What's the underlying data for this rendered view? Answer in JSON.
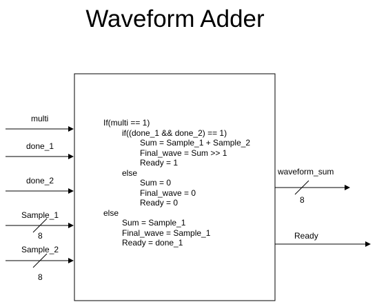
{
  "title": "Waveform Adder",
  "inputs": [
    {
      "name": "multi",
      "width": ""
    },
    {
      "name": "done_1",
      "width": ""
    },
    {
      "name": "done_2",
      "width": ""
    },
    {
      "name": "Sample_1",
      "width": "8"
    },
    {
      "name": "Sample_2",
      "width": "8"
    }
  ],
  "outputs": [
    {
      "name": "waveform_sum",
      "width": "8"
    },
    {
      "name": "Ready",
      "width": ""
    }
  ],
  "code_lines": [
    {
      "indent": 0,
      "text": "If(multi == 1)"
    },
    {
      "indent": 1,
      "text": "if((done_1 && done_2) == 1)"
    },
    {
      "indent": 2,
      "text": "Sum = Sample_1 + Sample_2"
    },
    {
      "indent": 2,
      "text": "Final_wave = Sum >> 1"
    },
    {
      "indent": 2,
      "text": "Ready = 1"
    },
    {
      "indent": 1,
      "text": "else"
    },
    {
      "indent": 2,
      "text": "Sum = 0"
    },
    {
      "indent": 2,
      "text": "Final_wave = 0"
    },
    {
      "indent": 2,
      "text": "Ready = 0"
    },
    {
      "indent": 0,
      "text": "else"
    },
    {
      "indent": 1,
      "text": "Sum = Sample_1"
    },
    {
      "indent": 1,
      "text": "Final_wave = Sample_1"
    },
    {
      "indent": 1,
      "text": "Ready = done_1"
    }
  ]
}
